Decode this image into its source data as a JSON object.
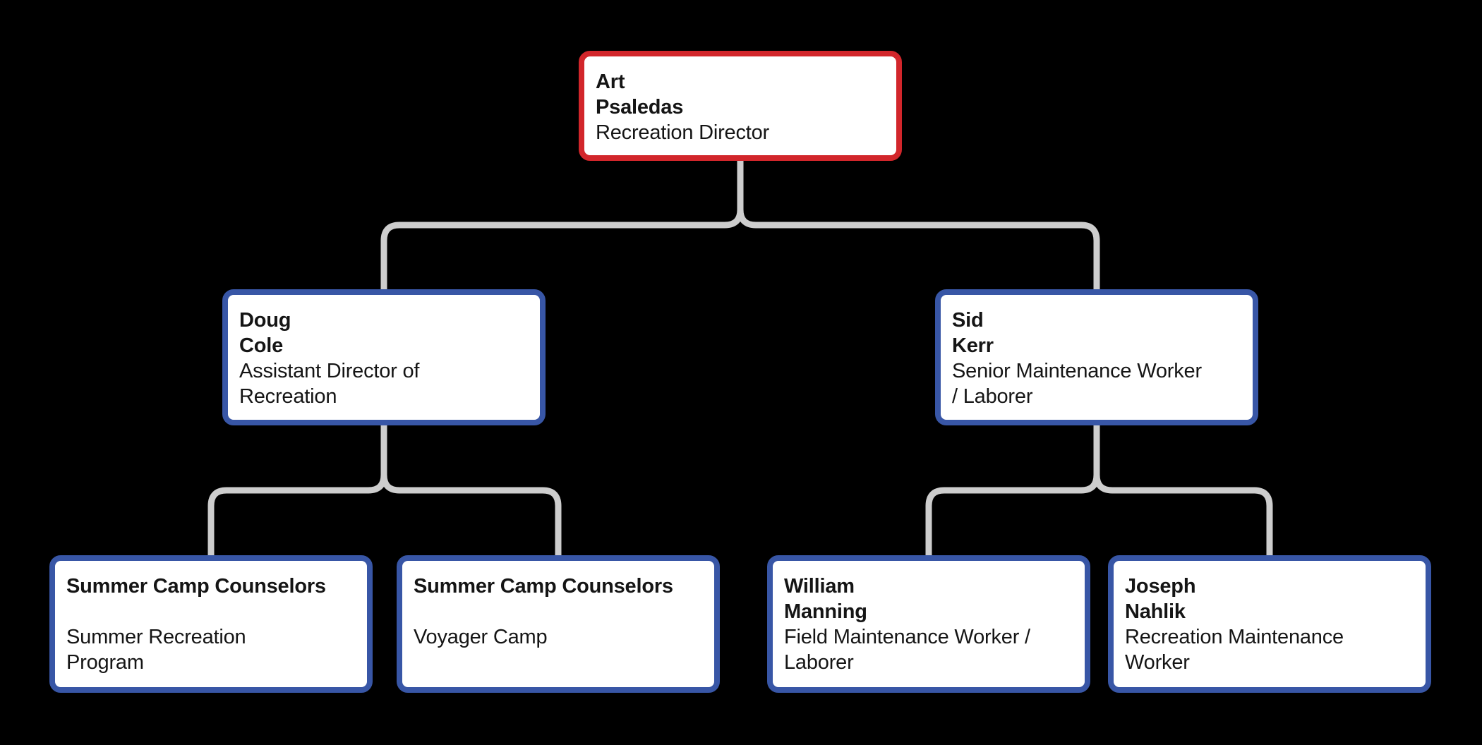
{
  "colors": {
    "background": "#000000",
    "root_border": "#D2262B",
    "node_border": "#3856A6",
    "node_bg": "#FFFFFF",
    "text": "#151515",
    "connector": "#CDCDCD"
  },
  "diagram": {
    "type": "org-chart",
    "nodes": [
      {
        "id": "art-psaledas",
        "name_line1": "Art",
        "name_line2": "Psaledas",
        "title": "Recreation Director",
        "title_lines": [
          "Recreation Director"
        ],
        "reports_to": null,
        "highlighted": true
      },
      {
        "id": "doug-cole",
        "name_line1": "Doug",
        "name_line2": "Cole",
        "title": "Assistant Director of Recreation",
        "title_lines": [
          "Assistant Director of",
          "Recreation"
        ],
        "reports_to": "art-psaledas",
        "highlighted": false
      },
      {
        "id": "sid-kerr",
        "name_line1": "Sid",
        "name_line2": "Kerr",
        "title": "Senior Maintenance Worker / Laborer",
        "title_lines": [
          "Senior Maintenance Worker",
          "/ Laborer"
        ],
        "reports_to": "art-psaledas",
        "highlighted": false
      },
      {
        "id": "summer-camp-counselors-recreation",
        "name_line1": "Summer Camp Counselors",
        "name_line2": "",
        "title": "Summer Recreation Program",
        "title_lines": [
          "Summer Recreation",
          "Program"
        ],
        "reports_to": "doug-cole",
        "highlighted": false
      },
      {
        "id": "summer-camp-counselors-voyager",
        "name_line1": "Summer Camp Counselors",
        "name_line2": "",
        "title": "Voyager Camp",
        "title_lines": [
          "Voyager Camp"
        ],
        "reports_to": "doug-cole",
        "highlighted": false
      },
      {
        "id": "william-manning",
        "name_line1": "William",
        "name_line2": "Manning",
        "title": "Field Maintenance Worker / Laborer",
        "title_lines": [
          "Field Maintenance Worker /",
          "Laborer"
        ],
        "reports_to": "sid-kerr",
        "highlighted": false
      },
      {
        "id": "joseph-nahlik",
        "name_line1": "Joseph",
        "name_line2": "Nahlik",
        "title": "Recreation Maintenance Worker",
        "title_lines": [
          "Recreation Maintenance",
          "Worker"
        ],
        "reports_to": "sid-kerr",
        "highlighted": false
      }
    ]
  }
}
